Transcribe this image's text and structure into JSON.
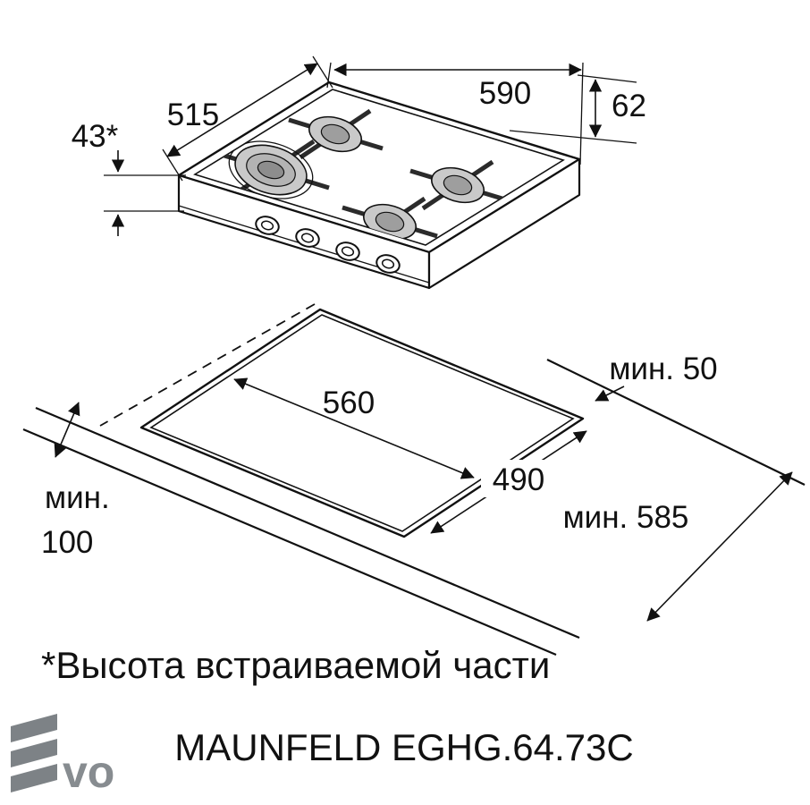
{
  "dimensions": {
    "width_590": "590",
    "height_62": "62",
    "depth_515": "515",
    "builtin_43": "43*",
    "cutout_width_560": "560",
    "cutout_depth_490": "490",
    "min_rear_50": "мин. 50",
    "min_side_word": "мин.",
    "min_side_value": "100",
    "min_depth_585": "мин. 585"
  },
  "footnote": "*Высота встраиваемой части",
  "model_name": "MAUNFELD EGHG.64.73C",
  "watermark_text": "vo",
  "colors": {
    "line": "#111111",
    "burner_fill": "#c9c9c9",
    "watermark": "#878c90"
  }
}
